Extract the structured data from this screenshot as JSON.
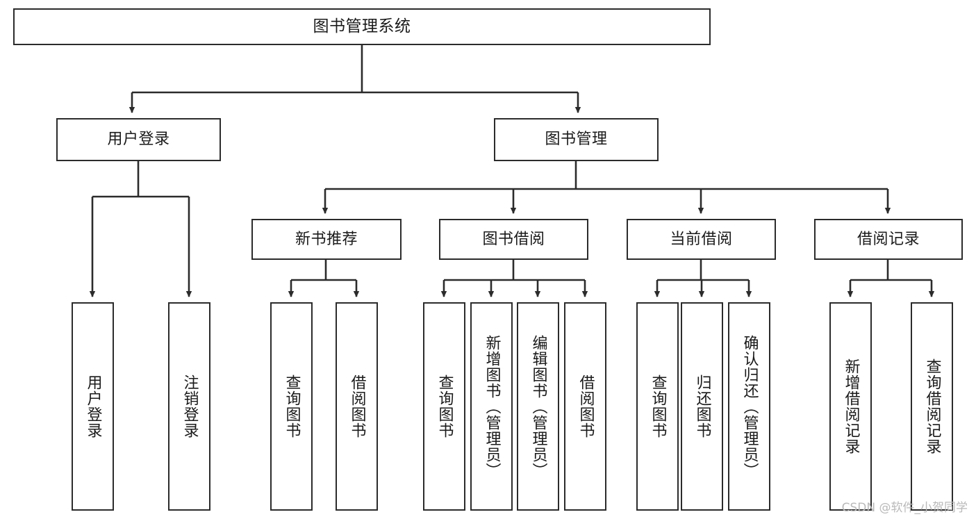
{
  "diagram": {
    "type": "tree-hierarchy",
    "title": "图书管理系统",
    "watermark": "CSDN @软件_小贺同学",
    "colors": {
      "stroke": "#2b2b2b",
      "fill": "#ffffff",
      "text": "#1a1a1a",
      "watermark": "#b9b9b9"
    },
    "nodes": {
      "root": "图书管理系统",
      "level2": {
        "user_login": "用户登录",
        "book_manage": "图书管理"
      },
      "level3": {
        "new_book_rec": "新书推荐",
        "book_borrow": "图书借阅",
        "current_borrow": "当前借阅",
        "borrow_record": "借阅记录"
      },
      "leaves": {
        "user_login_1": "用户登录",
        "user_login_2": "注销登录",
        "new_book_rec_1": "查询图书",
        "new_book_rec_2": "借阅图书",
        "book_borrow_1": "查询图书",
        "book_borrow_2": "新增图书（管理员）",
        "book_borrow_3": "编辑图书（管理员）",
        "book_borrow_4": "借阅图书",
        "current_borrow_1": "查询图书",
        "current_borrow_2": "归还图书",
        "current_borrow_3": "确认归还（管理员）",
        "borrow_record_1": "新增借阅记录",
        "borrow_record_2": "查询借阅记录"
      }
    },
    "edges": [
      {
        "from": "root",
        "to": "user_login"
      },
      {
        "from": "root",
        "to": "book_manage"
      },
      {
        "from": "user_login",
        "to": "user_login_1"
      },
      {
        "from": "user_login",
        "to": "user_login_2"
      },
      {
        "from": "book_manage",
        "to": "new_book_rec"
      },
      {
        "from": "book_manage",
        "to": "book_borrow"
      },
      {
        "from": "book_manage",
        "to": "current_borrow"
      },
      {
        "from": "book_manage",
        "to": "borrow_record"
      },
      {
        "from": "new_book_rec",
        "to": "new_book_rec_1"
      },
      {
        "from": "new_book_rec",
        "to": "new_book_rec_2"
      },
      {
        "from": "book_borrow",
        "to": "book_borrow_1"
      },
      {
        "from": "book_borrow",
        "to": "book_borrow_2"
      },
      {
        "from": "book_borrow",
        "to": "book_borrow_3"
      },
      {
        "from": "book_borrow",
        "to": "book_borrow_4"
      },
      {
        "from": "current_borrow",
        "to": "current_borrow_1"
      },
      {
        "from": "current_borrow",
        "to": "current_borrow_2"
      },
      {
        "from": "current_borrow",
        "to": "current_borrow_3"
      },
      {
        "from": "borrow_record",
        "to": "borrow_record_1"
      },
      {
        "from": "borrow_record",
        "to": "borrow_record_2"
      }
    ]
  }
}
